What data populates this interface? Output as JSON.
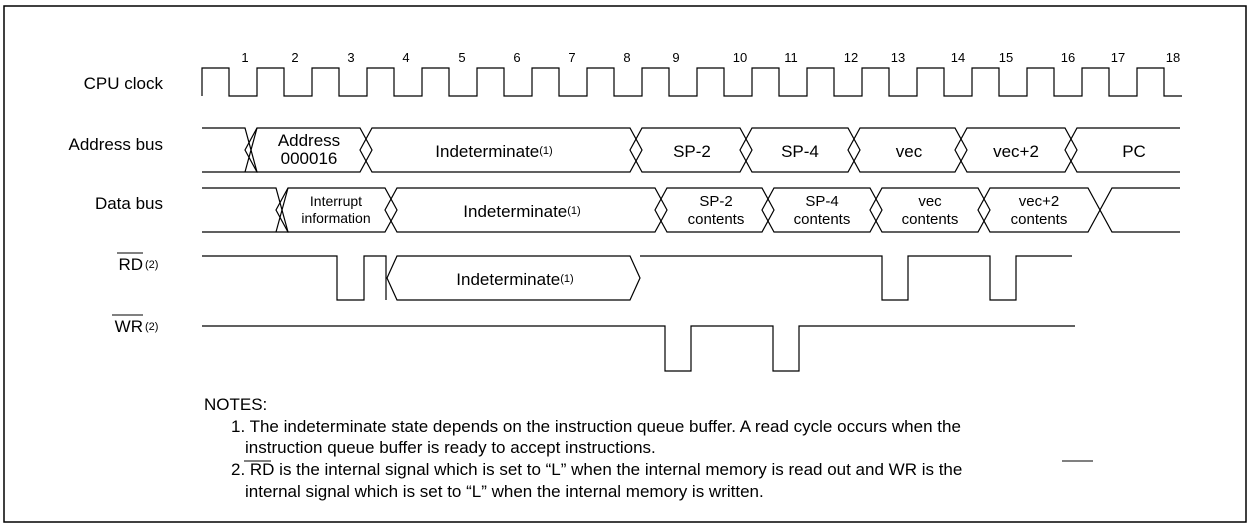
{
  "signals": {
    "cpu_clock": "CPU clock",
    "address_bus": "Address bus",
    "data_bus": "Data bus",
    "rd": "RD",
    "rd_note": "(2)",
    "wr": "WR",
    "wr_note": "(2)"
  },
  "cycle_numbers": [
    "1",
    "2",
    "3",
    "4",
    "5",
    "6",
    "7",
    "8",
    "9",
    "10",
    "11",
    "12",
    "13",
    "14",
    "15",
    "16",
    "17",
    "18"
  ],
  "address_bus": {
    "address_line1": "Address",
    "address_line2": "000016",
    "indeterminate": "Indeterminate",
    "indeterminate_note": "(1)",
    "sp2": "SP-2",
    "sp4": "SP-4",
    "vec": "vec",
    "vec2": "vec+2",
    "pc": "PC"
  },
  "data_bus": {
    "interrupt_line1": "Interrupt",
    "interrupt_line2": "information",
    "indeterminate": "Indeterminate",
    "indeterminate_note": "(1)",
    "sp2_line1": "SP-2",
    "sp4_line1": "SP-4",
    "vec_line1": "vec",
    "vec2_line1": "vec+2",
    "contents": "contents"
  },
  "rd_bus": {
    "indeterminate": "Indeterminate",
    "indeterminate_note": "(1)"
  },
  "notes": {
    "heading": "NOTES:",
    "note1_line1": "1. The indeterminate state depends on the instruction queue buffer. A read cycle occurs when the",
    "note1_line2": "instruction queue buffer is ready to accept instructions.",
    "note2_line1": "2. RD is the internal signal which is set to “L” when the internal memory is read out and WR is the",
    "note2_line2": "internal signal which is set to “L” when the internal memory is written."
  }
}
